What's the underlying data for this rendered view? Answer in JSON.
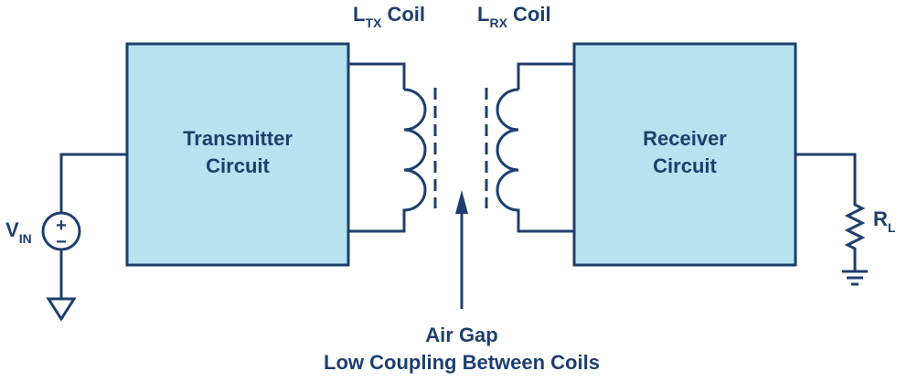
{
  "colors": {
    "stroke": "#1d3f6e",
    "box_fill": "#b7e2ef",
    "background": "#ffffff"
  },
  "tx_coil": {
    "main": "L",
    "sub": "TX",
    "suffix": " Coil"
  },
  "rx_coil": {
    "main": "L",
    "sub": "RX",
    "suffix": " Coil"
  },
  "transmitter": {
    "line1": "Transmitter",
    "line2": "Circuit"
  },
  "receiver": {
    "line1": "Receiver",
    "line2": "Circuit"
  },
  "vin": {
    "main": "V",
    "sub": "IN"
  },
  "source_symbol": {
    "plus": "+",
    "minus": "−"
  },
  "load": {
    "main": "R",
    "sub": "L"
  },
  "air_gap": {
    "line1": "Air Gap",
    "line2": "Low Coupling Between Coils"
  }
}
